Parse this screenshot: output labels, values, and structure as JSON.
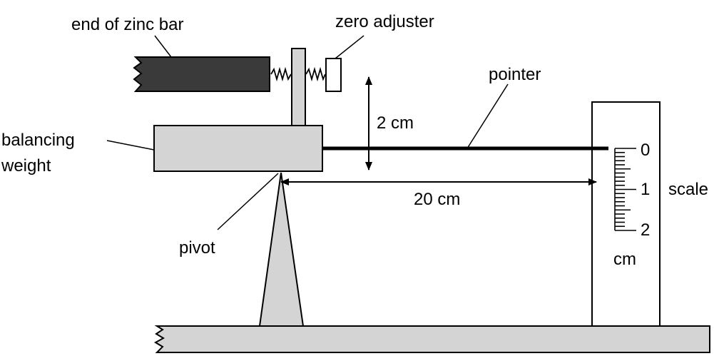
{
  "labels": {
    "zinc_bar": "end of zinc bar",
    "zero_adjuster": "zero adjuster",
    "pointer": "pointer",
    "balancing_weight_line1": "balancing",
    "balancing_weight_line2": "weight",
    "gap": "2 cm",
    "length": "20 cm",
    "pivot": "pivot",
    "scale": "scale",
    "unit": "cm"
  },
  "scale": {
    "ticks": [
      "0",
      "1",
      "2"
    ]
  },
  "colors": {
    "zinc_bar": "#3a3a3a",
    "gray_fill": "#d4d4d4",
    "stroke": "#000000"
  }
}
